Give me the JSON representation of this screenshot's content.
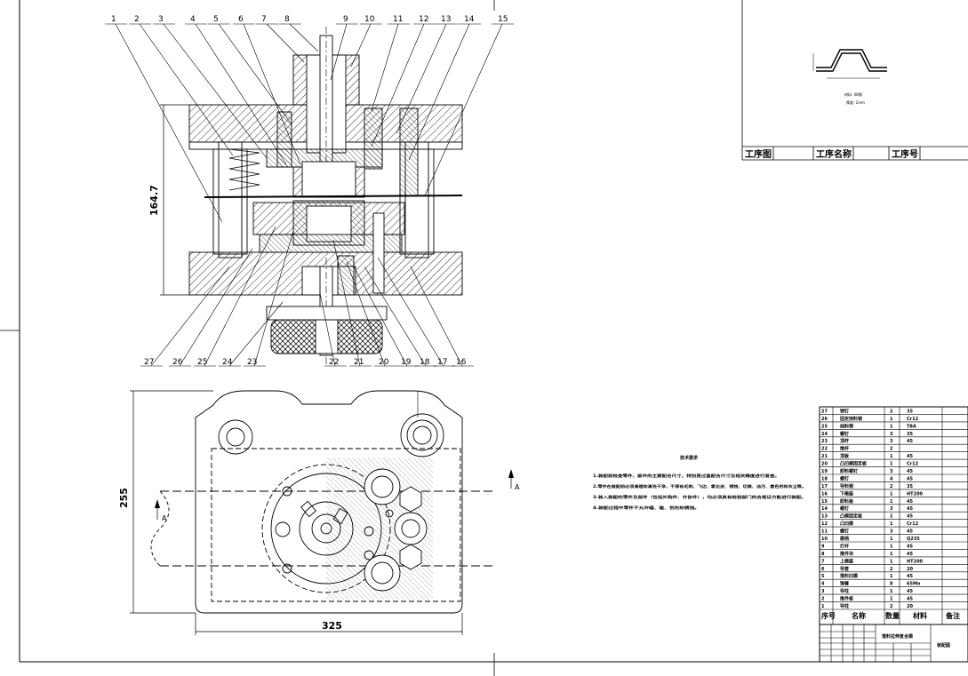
{
  "callouts_top": [
    "1",
    "2",
    "3",
    "4",
    "5",
    "6",
    "7",
    "8",
    "9",
    "10",
    "11",
    "12",
    "13",
    "14",
    "15"
  ],
  "callouts_bottom": [
    "27",
    "26",
    "25",
    "24",
    "23",
    "22",
    "21",
    "20",
    "19",
    "18",
    "17",
    "16"
  ],
  "dimensions": {
    "height": "164.7",
    "plan_height": "255",
    "plan_width": "325"
  },
  "section_mark": "A",
  "process": {
    "headers": [
      "工序图",
      "工序名称",
      "工序号"
    ],
    "notes": [
      "材料: 08钢",
      "厚度: 1mm"
    ]
  },
  "tech_requirements": {
    "title": "技术要求",
    "items": [
      "1.装配前检查零件，部件的主要配合尺寸，特别是过盈配合尺寸及相关精度进行复查。",
      "2.零件在装配前必须清理和清洗干净，不得有毛刺、飞边、氧化皮、锈蚀、切屑、油污、着色剂和灰尘等。",
      "3.装入装配的零件及部件（包括外购件、外协件），均必须具有检验部门的合格证方能进行装配。",
      "4.装配过程中零件不允许磕、碰、划伤和锈蚀。"
    ]
  },
  "bom": {
    "headers": [
      "序号",
      "名称",
      "数量",
      "材料",
      "备注"
    ],
    "rows": [
      [
        "27",
        "销钉",
        "2",
        "35"
      ],
      [
        "26",
        "固定挡料销",
        "1",
        "Cr12"
      ],
      [
        "25",
        "挡料销",
        "1",
        "T8A"
      ],
      [
        "24",
        "螺钉",
        "3",
        "35"
      ],
      [
        "23",
        "顶杆",
        "3",
        "45"
      ],
      [
        "22",
        "推杆",
        "2",
        ""
      ],
      [
        "21",
        "顶板",
        "1",
        "45"
      ],
      [
        "20",
        "凸凹模固定板",
        "1",
        "Cr12"
      ],
      [
        "19",
        "卸料螺钉",
        "3",
        "45"
      ],
      [
        "18",
        "螺钉",
        "4",
        "45"
      ],
      [
        "17",
        "导料销",
        "2",
        "35"
      ],
      [
        "16",
        "下模座",
        "1",
        "HT200"
      ],
      [
        "15",
        "卸料板",
        "1",
        "45"
      ],
      [
        "14",
        "螺钉",
        "3",
        "45"
      ],
      [
        "13",
        "凸模固定板",
        "1",
        "45"
      ],
      [
        "12",
        "凸凹模",
        "1",
        "Cr12"
      ],
      [
        "11",
        "螺钉",
        "3",
        "45"
      ],
      [
        "10",
        "模柄",
        "1",
        "Q235"
      ],
      [
        "9",
        "打杆",
        "1",
        "45"
      ],
      [
        "8",
        "推件块",
        "1",
        "45"
      ],
      [
        "7",
        "上模座",
        "1",
        "HT200"
      ],
      [
        "6",
        "导套",
        "2",
        "20"
      ],
      [
        "5",
        "落料凹模",
        "1",
        "45"
      ],
      [
        "4",
        "弹簧",
        "8",
        "65Mn"
      ],
      [
        "3",
        "导柱",
        "1",
        "45"
      ],
      [
        "2",
        "推件板",
        "1",
        "45"
      ],
      [
        "1",
        "导柱",
        "2",
        "20"
      ]
    ]
  },
  "title_block": {
    "title": "落料拉伸复合模",
    "drawing_name": "装配图"
  }
}
